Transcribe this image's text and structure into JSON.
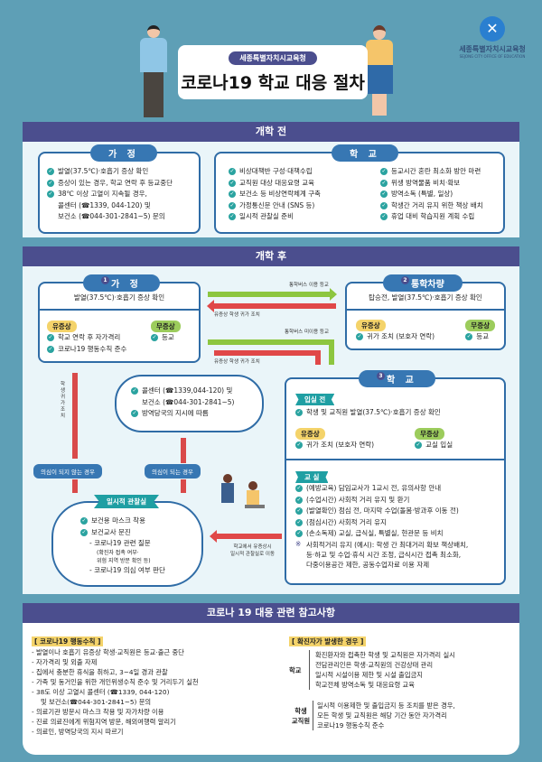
{
  "header": {
    "org_pill": "세종특별자치시교육청",
    "title": "코로나19 학교 대응 절차",
    "logo_ko": "세종특별자치시교육청",
    "logo_en": "SEJONG CITY OFFICE OF EDUCATION",
    "logo_icon": "sejong-logo-icon"
  },
  "before": {
    "title": "개학 전",
    "home": {
      "label": "가 정",
      "items": [
        "발열(37.5℃)·호흡기 증상 확인",
        "증상이 있는 경우, 학교 연락 후 등교중단",
        "38℃ 이상 고열이 지속될 경우,",
        "콜센터 (☎1339, 044-120) 및",
        "보건소 (☎044-301-2841~5) 문의"
      ]
    },
    "school": {
      "label": "학 교",
      "left": [
        "비상대책반 구성·대책수립",
        "교직원 대상 대응요령 교육",
        "보건소 등 비상연락체계 구축",
        "가정통신문 안내 (SNS 등)",
        "일시적 관찰실 준비"
      ],
      "right": [
        "등교시간 혼란 최소화 방안 마련",
        "위생 방역물품 비치·확보",
        "방역소독 (특별, 일상)",
        "학생간 거리 유지 위한 책상 배치",
        "휴업 대비 학습지원 계획 수립"
      ]
    }
  },
  "after": {
    "title": "개학 후",
    "home": {
      "num": "1",
      "label": "가 정",
      "check": "발열(37.5℃)·호흡기 증상 확인",
      "symptom": "유증상",
      "no_symptom": "무증상",
      "symptom_items": [
        "학교 연락 후 자가격리",
        "코로나19 행동수칙 준수"
      ],
      "no_symptom_items": [
        "등교"
      ]
    },
    "bus": {
      "num": "2",
      "label": "통학차량",
      "check": "탑승전, 발열(37.5℃)·호흡기 증상 확인",
      "symptom": "유증상",
      "no_symptom": "무증상",
      "symptom_items": [
        "귀가 조치 (보호자 연락)"
      ],
      "no_symptom_items": [
        "등교"
      ]
    },
    "arrows": {
      "bus_go": "통학버스 이용 등교",
      "bus_return": "유증상 학생 귀가 조치",
      "nobus_go": "통학버스 미이용 등교",
      "nobus_return": "유증상 학생 귀가 조치",
      "student_return": "학생 귀가 조치",
      "to_obs": [
        "학교에서 유증상시",
        "일시적 관찰실로 이동"
      ]
    },
    "callcenter": [
      "콜센터 (☎1339,044-120) 및",
      "보건소 (☎044-301-2841~5)",
      "방역당국의 지시에 따름"
    ],
    "not_suspected": "의심이 되지 않는 경우",
    "suspected": "의심이 되는 경우",
    "observation": {
      "label": "일시적 관찰실",
      "items": [
        "보건용 마스크 착용",
        "보건교사 문진"
      ],
      "sub": [
        "- 코로나19 관련 질문",
        "(확진자 접촉 여부·",
        "위험 지역 방문 확인 등)",
        "- 코로나19 의심 여부 판단"
      ]
    },
    "school": {
      "num": "3",
      "label": "학 교",
      "before_entry": "입실 전",
      "entry_check": "학생 및 교직원 발열(37.5℃)·호흡기 증상 확인",
      "symptom": "유증상",
      "no_symptom": "무증상",
      "symptom_item": "귀가 조치 (보호자 연락)",
      "no_symptom_item": "교실 입실",
      "classroom": "교 실",
      "class_items": [
        "(예방교육) 담임교사가 1교시 전, 유의사항 안내",
        "(수업시간) 사회적 거리 유지 및 환기",
        "(발열확인) 점심 전, 마지막 수업(돌봄·방과후 이동 전)",
        "(점심시간) 사회적 거리 유지",
        "(손소독제) 교실, 급식실, 특별실, 현관문 등 비치"
      ],
      "note_mark": "※",
      "note": [
        "사회적거리 유지 (예시): 학생 간 최대거리 확보 책상배치,",
        "등·하교 및 수업·휴식 시간 조정, 급식시간 접촉 최소화,",
        "다중이용공간 제한, 공동수업자료 이용 자제"
      ]
    }
  },
  "reference": {
    "title": "코로나 19 대응 관련 참고사항",
    "rules_title": "[ 코로나19 행동수칙 ]",
    "rules": [
      "- 발열이나 호흡기 유증상 학생·교직원은 등교·출근 중단",
      "- 자가격리 및 외출 자제",
      "- 집에서 충분한 휴식을 취하고, 3~4일 경과 관찰",
      "- 가족 및 동거인을 위한 개인위생수칙 준수 및 거리두기 실천",
      "- 38도 이상 고열시 콜센터 (☎1339, 044-120)",
      "   및 보건소(☎044-301-2841~5) 문의",
      "- 의료기관 방문시 마스크 착용 및 자가차량 이용",
      "- 진료 의료진에게 위험지역 방문, 해외여행력 알리기",
      "- 의료인, 방역당국의 지시 따르기"
    ],
    "confirmed_title": "[ 확진자가 발생한 경우 ]",
    "school_label": "학교",
    "school_items": [
      "확진환자와 접촉한 학생 및 교직원은 자가격리 실시",
      "전담관리인은 학생·교직원의 건강상태 관리",
      "일시적 시설이용 제한 및 시설 출입금지",
      "학교전체 방역소독 및 대응요령 교육"
    ],
    "people_label": [
      "학생",
      "교직원"
    ],
    "people_items": [
      "일시적 이용제한 및 출입금지 등 조치를 받은 경우,",
      "모든 학생 및 교직원은 해당 기간 동안 자가격리",
      "코로나19 행동수칙 준수"
    ]
  }
}
